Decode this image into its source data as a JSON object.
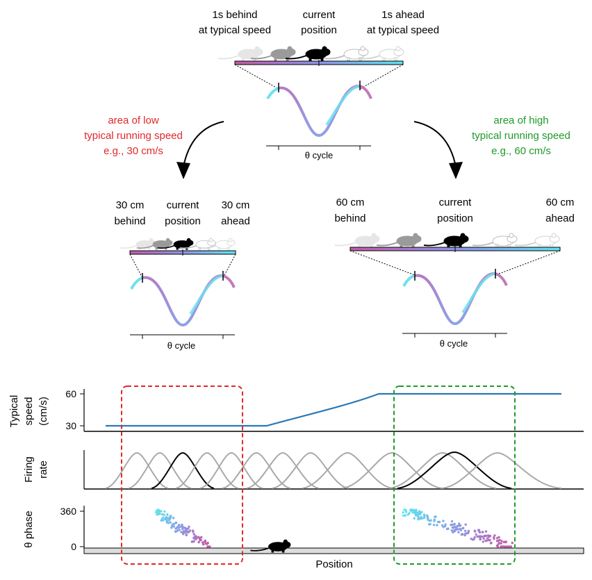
{
  "top_panel": {
    "behind_line1": "1s behind",
    "behind_line2": "at typical speed",
    "current_line1": "current",
    "current_line2": "position",
    "ahead_line1": "1s ahead",
    "ahead_line2": "at typical speed",
    "cycle_label": "θ cycle"
  },
  "left_branch": {
    "line1": "area of low",
    "line2": "typical running speed",
    "line3": "e.g., 30 cm/s",
    "color": "#e0282a"
  },
  "right_branch": {
    "line1": "area of high",
    "line2": "typical running speed",
    "line3": "e.g., 60 cm/s",
    "color": "#1f9a2a"
  },
  "low_panel": {
    "behind_line1": "30 cm",
    "behind_line2": "behind",
    "current_line1": "current",
    "current_line2": "position",
    "ahead_line1": "30 cm",
    "ahead_line2": "ahead",
    "cycle_label": "θ cycle"
  },
  "high_panel": {
    "behind_line1": "60 cm",
    "behind_line2": "behind",
    "current_line1": "current",
    "current_line2": "position",
    "ahead_line1": "60 cm",
    "ahead_line2": "ahead",
    "cycle_label": "θ cycle"
  },
  "plots": {
    "speed_ylabel_line1": "Typical",
    "speed_ylabel_line2": "speed",
    "speed_ylabel_line3": "(cm/s)",
    "speed_ticks": [
      "60",
      "30"
    ],
    "firing_ylabel_line1": "Firing",
    "firing_ylabel_line2": "rate",
    "phase_ylabel": "θ phase",
    "phase_ticks": [
      "360",
      "0"
    ],
    "xlabel": "Position"
  },
  "colors": {
    "speed_line": "#2a78b5",
    "field_gray": "#a8a8a8",
    "field_black": "#000000",
    "cyan": "#5fe3ee",
    "violet": "#c47ab8",
    "blue_mid": "#8f96e4"
  },
  "chart_data": [
    {
      "type": "line",
      "ylabel": "Typical speed (cm/s)",
      "yticks": [
        30,
        60
      ],
      "ylim": [
        25,
        65
      ],
      "series": [
        {
          "x": [
            0,
            0.34,
            0.52,
            1.0
          ],
          "y": [
            30,
            30,
            60,
            60
          ]
        }
      ]
    },
    {
      "type": "line",
      "ylabel": "Firing rate",
      "field_centers_gray": [
        0.07,
        0.14,
        0.24,
        0.3,
        0.37,
        0.44,
        0.51,
        0.58,
        0.67,
        0.79,
        0.95
      ],
      "field_center_black": [
        0.17,
        0.82
      ]
    },
    {
      "type": "scatter",
      "xlabel": "Position",
      "ylabel": "θ phase",
      "yticks": [
        0,
        360
      ],
      "clusters": [
        {
          "x_range": [
            0.1,
            0.2
          ],
          "phase_range": [
            0,
            360
          ]
        },
        {
          "x_range": [
            0.58,
            0.82
          ],
          "phase_range": [
            0,
            360
          ]
        }
      ]
    }
  ]
}
